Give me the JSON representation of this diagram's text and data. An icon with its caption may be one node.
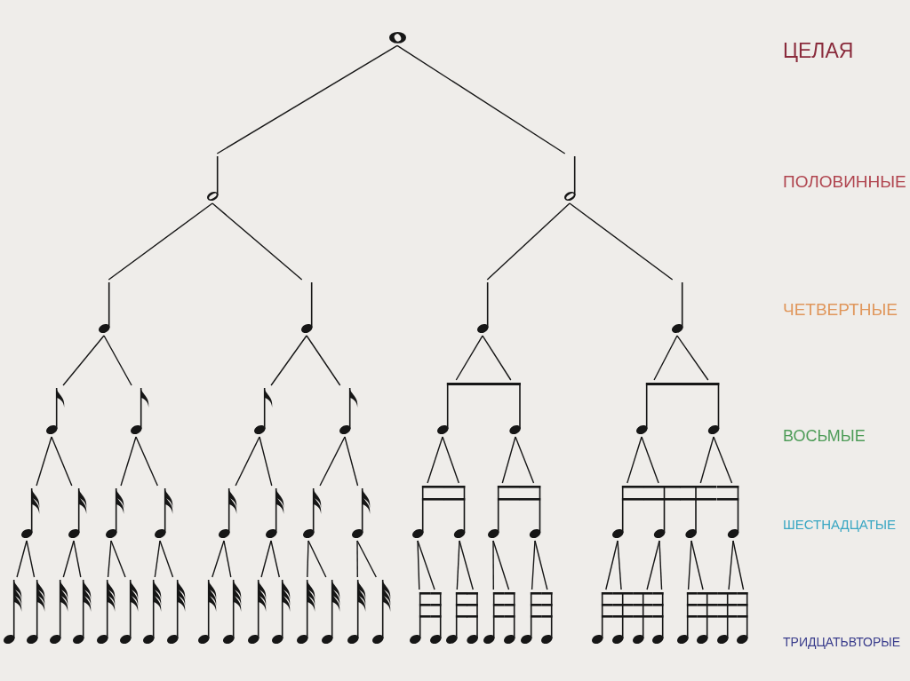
{
  "diagram": {
    "nodes": [
      {
        "text": [],
        "shape": "note"
      },
      {
        "text": [],
        "shape": "note"
      },
      {
        "text": [],
        "shape": "note"
      },
      {
        "text": [],
        "shape": "note"
      },
      {
        "text": [],
        "shape": "note"
      },
      {
        "text": [],
        "shape": "note"
      },
      {
        "text": [],
        "shape": "note"
      },
      {
        "text": [],
        "shape": "note"
      },
      {
        "text": [],
        "shape": "note"
      },
      {
        "text": [],
        "shape": "note"
      },
      {
        "text": [],
        "shape": "note"
      },
      {
        "text": [],
        "shape": "note"
      },
      {
        "text": [],
        "shape": "note"
      },
      {
        "text": [],
        "shape": "note"
      },
      {
        "text": [],
        "shape": "note"
      },
      {
        "text": [],
        "shape": "note"
      },
      {
        "text": [],
        "shape": "note"
      },
      {
        "text": [],
        "shape": "note"
      },
      {
        "text": [],
        "shape": "note"
      },
      {
        "text": [],
        "shape": "note"
      },
      {
        "text": [],
        "shape": "note"
      },
      {
        "text": [],
        "shape": "note"
      },
      {
        "text": [],
        "shape": "note"
      },
      {
        "text": [],
        "shape": "note"
      },
      {
        "text": [],
        "shape": "note"
      },
      {
        "text": [],
        "shape": "note"
      },
      {
        "text": [],
        "shape": "note"
      },
      {
        "text": [],
        "shape": "note"
      },
      {
        "text": [],
        "shape": "note"
      },
      {
        "text": [],
        "shape": "note"
      },
      {
        "text": [],
        "shape": "note"
      },
      {
        "text": [],
        "shape": "note"
      },
      {
        "text": [],
        "shape": "note"
      },
      {
        "text": [],
        "shape": "note"
      },
      {
        "text": [],
        "shape": "note"
      },
      {
        "text": [],
        "shape": "note"
      },
      {
        "text": [],
        "shape": "note"
      },
      {
        "text": [],
        "shape": "note"
      },
      {
        "text": [],
        "shape": "note"
      },
      {
        "text": [],
        "shape": "note"
      },
      {
        "text": [],
        "shape": "note"
      },
      {
        "text": [],
        "shape": "note"
      },
      {
        "text": [],
        "shape": "note"
      },
      {
        "text": [],
        "shape": "note"
      },
      {
        "text": [],
        "shape": "note"
      },
      {
        "text": [],
        "shape": "note"
      },
      {
        "text": [],
        "shape": "note"
      },
      {
        "text": [],
        "shape": "note"
      },
      {
        "text": [],
        "shape": "note"
      },
      {
        "text": [],
        "shape": "note"
      },
      {
        "text": [],
        "shape": "note"
      },
      {
        "text": [],
        "shape": "note"
      },
      {
        "text": [],
        "shape": "note"
      },
      {
        "text": [],
        "shape": "note"
      },
      {
        "text": [],
        "shape": "note"
      },
      {
        "text": [],
        "shape": "note"
      },
      {
        "text": [],
        "shape": "note"
      },
      {
        "text": [],
        "shape": "note"
      },
      {
        "text": [],
        "shape": "note"
      },
      {
        "text": [],
        "shape": "note"
      },
      {
        "text": [],
        "shape": "note"
      },
      {
        "text": [],
        "shape": "note"
      },
      {
        "text": [],
        "shape": "note"
      }
    ],
    "edges": [
      {
        "from": 0,
        "to": 1,
        "arrow": "none"
      },
      {
        "from": 0,
        "to": 2,
        "arrow": "none"
      },
      {
        "from": 1,
        "to": 3,
        "arrow": "none"
      },
      {
        "from": 1,
        "to": 4,
        "arrow": "none"
      },
      {
        "from": 2,
        "to": 5,
        "arrow": "none"
      },
      {
        "from": 2,
        "to": 6,
        "arrow": "none"
      },
      {
        "from": 3,
        "to": 7,
        "arrow": "none"
      },
      {
        "from": 3,
        "to": 8,
        "arrow": "none"
      },
      {
        "from": 4,
        "to": 9,
        "arrow": "none"
      },
      {
        "from": 4,
        "to": 10,
        "arrow": "none"
      },
      {
        "from": 5,
        "to": 11,
        "arrow": "none"
      },
      {
        "from": 5,
        "to": 12,
        "arrow": "none"
      },
      {
        "from": 6,
        "to": 13,
        "arrow": "none"
      },
      {
        "from": 6,
        "to": 14,
        "arrow": "none"
      },
      {
        "from": 7,
        "to": 15,
        "arrow": "none"
      },
      {
        "from": 7,
        "to": 16,
        "arrow": "none"
      },
      {
        "from": 8,
        "to": 17,
        "arrow": "none"
      },
      {
        "from": 8,
        "to": 18,
        "arrow": "none"
      },
      {
        "from": 9,
        "to": 19,
        "arrow": "none"
      },
      {
        "from": 9,
        "to": 20,
        "arrow": "none"
      },
      {
        "from": 10,
        "to": 21,
        "arrow": "none"
      },
      {
        "from": 10,
        "to": 22,
        "arrow": "none"
      },
      {
        "from": 11,
        "to": 23,
        "arrow": "none"
      },
      {
        "from": 11,
        "to": 24,
        "arrow": "none"
      },
      {
        "from": 12,
        "to": 25,
        "arrow": "none"
      },
      {
        "from": 12,
        "to": 26,
        "arrow": "none"
      },
      {
        "from": 13,
        "to": 27,
        "arrow": "none"
      },
      {
        "from": 13,
        "to": 28,
        "arrow": "none"
      },
      {
        "from": 14,
        "to": 29,
        "arrow": "none"
      },
      {
        "from": 14,
        "to": 30,
        "arrow": "none"
      },
      {
        "from": 15,
        "to": 31,
        "arrow": "none"
      },
      {
        "from": 15,
        "to": 32,
        "arrow": "none"
      },
      {
        "from": 16,
        "to": 33,
        "arrow": "none"
      },
      {
        "from": 16,
        "to": 34,
        "arrow": "none"
      },
      {
        "from": 17,
        "to": 35,
        "arrow": "none"
      },
      {
        "from": 17,
        "to": 36,
        "arrow": "none"
      },
      {
        "from": 18,
        "to": 37,
        "arrow": "none"
      },
      {
        "from": 18,
        "to": 38,
        "arrow": "none"
      },
      {
        "from": 19,
        "to": 39,
        "arrow": "none"
      },
      {
        "from": 19,
        "to": 40,
        "arrow": "none"
      },
      {
        "from": 20,
        "to": 41,
        "arrow": "none"
      },
      {
        "from": 20,
        "to": 42,
        "arrow": "none"
      },
      {
        "from": 21,
        "to": 43,
        "arrow": "none"
      },
      {
        "from": 21,
        "to": 44,
        "arrow": "none"
      },
      {
        "from": 22,
        "to": 45,
        "arrow": "none"
      },
      {
        "from": 22,
        "to": 46,
        "arrow": "none"
      },
      {
        "from": 23,
        "to": 47,
        "arrow": "none"
      },
      {
        "from": 23,
        "to": 48,
        "arrow": "none"
      },
      {
        "from": 24,
        "to": 49,
        "arrow": "none"
      },
      {
        "from": 24,
        "to": 50,
        "arrow": "none"
      },
      {
        "from": 25,
        "to": 51,
        "arrow": "none"
      },
      {
        "from": 25,
        "to": 52,
        "arrow": "none"
      },
      {
        "from": 26,
        "to": 53,
        "arrow": "none"
      },
      {
        "from": 26,
        "to": 54,
        "arrow": "none"
      },
      {
        "from": 27,
        "to": 55,
        "arrow": "none"
      },
      {
        "from": 27,
        "to": 56,
        "arrow": "none"
      },
      {
        "from": 28,
        "to": 57,
        "arrow": "none"
      },
      {
        "from": 28,
        "to": 58,
        "arrow": "none"
      },
      {
        "from": 29,
        "to": 59,
        "arrow": "none"
      },
      {
        "from": 29,
        "to": 60,
        "arrow": "none"
      },
      {
        "from": 30,
        "to": 61,
        "arrow": "none"
      },
      {
        "from": 30,
        "to": 62,
        "arrow": "none"
      }
    ],
    "labels": [
      "ЦЕЛАЯ",
      "ПОЛОВИННЫЕ",
      "ЧЕТВЕРТНЫЕ",
      "ВОСЬМЫЕ",
      "ШЕСТНАДЦАТЫЕ",
      "ТРИДЦАТЬВТОРЫЕ"
    ]
  }
}
